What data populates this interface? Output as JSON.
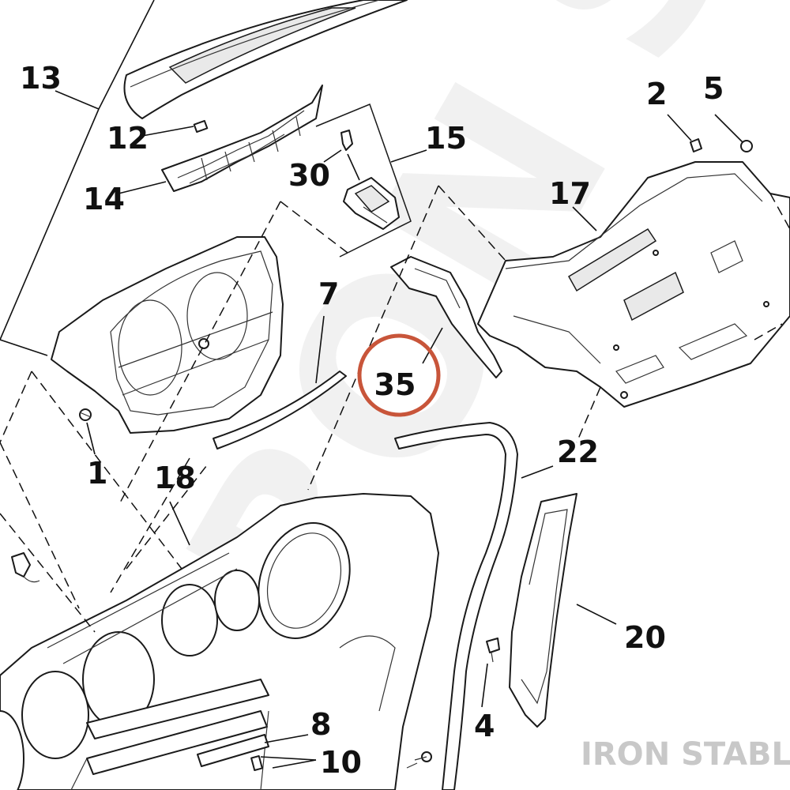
{
  "callouts": {
    "c13": "13",
    "c12": "12",
    "c14": "14",
    "c30": "30",
    "c15": "15",
    "c2": "2",
    "c5": "5",
    "c17": "17",
    "c7": "7",
    "c35": "35",
    "c1": "1",
    "c18": "18",
    "c22": "22",
    "c20": "20",
    "c4": "4",
    "c8": "8",
    "c10": "10"
  },
  "watermark": {
    "brand": "IRON STABLE"
  },
  "colors": {
    "highlight_ring": "#c8553a",
    "ink": "#111111",
    "watermark": "#c8c8c8"
  }
}
